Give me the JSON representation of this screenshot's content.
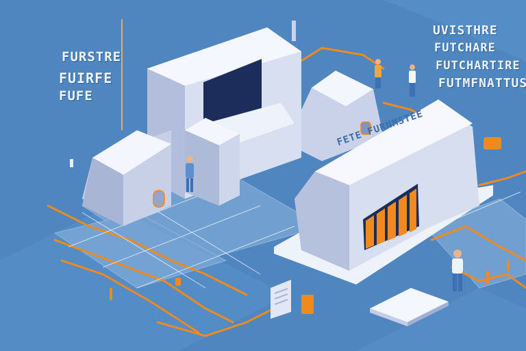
{
  "signs": {
    "left": [
      "FURSTRE",
      "FUIRFE",
      "FUFE"
    ],
    "right": [
      "UVISTHRE",
      "FUTCHARE",
      "FUTCHARTIRE",
      "FUTMFNATTUSE"
    ],
    "roof": "FETE FURNMSTEE"
  },
  "colors": {
    "background": "#4f86c0",
    "building_light": "#dfe5f3",
    "building_shade": "#aab7d6",
    "roof": "#f3f6fc",
    "accent_orange": "#f08a1c",
    "dark_doorway": "#1c2d5c"
  }
}
